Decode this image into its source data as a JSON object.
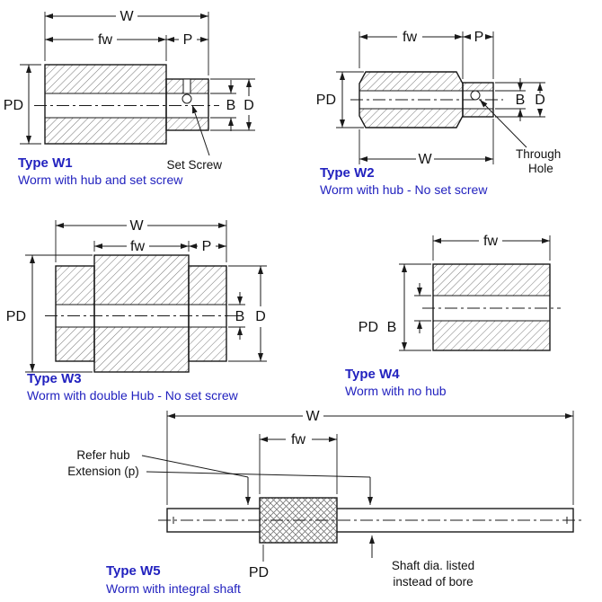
{
  "colors": {
    "accent": "#2222bf",
    "line": "#1a1a1a"
  },
  "figures": {
    "w1": {
      "title": "Type W1",
      "subtitle": "Worm with hub and set screw",
      "labels": {
        "w": "W",
        "fw": "fw",
        "p": "P",
        "pd": "PD",
        "b": "B",
        "d": "D"
      },
      "annotations": {
        "set_screw": "Set Screw"
      }
    },
    "w2": {
      "title": "Type W2",
      "subtitle": "Worm with hub - No set screw",
      "labels": {
        "w": "W",
        "fw": "fw",
        "p": "P",
        "pd": "PD",
        "b": "B",
        "d": "D"
      },
      "annotations": {
        "through_line1": "Through",
        "through_line2": "Hole"
      }
    },
    "w3": {
      "title": "Type W3",
      "subtitle": "Worm with double Hub - No set screw",
      "labels": {
        "w": "W",
        "fw": "fw",
        "p": "P",
        "pd": "PD",
        "b": "B",
        "d": "D"
      }
    },
    "w4": {
      "title": "Type W4",
      "subtitle": "Worm with no hub",
      "labels": {
        "fw": "fw",
        "pd": "PD",
        "b": "B"
      }
    },
    "w5": {
      "title": "Type W5",
      "subtitle": "Worm with integral shaft",
      "labels": {
        "w": "W",
        "fw": "fw",
        "pd": "PD"
      },
      "annotations": {
        "refer_line1": "Refer hub",
        "refer_line2": "Extension (p)",
        "shaft_line1": "Shaft dia. listed",
        "shaft_line2": "instead of bore"
      }
    }
  }
}
